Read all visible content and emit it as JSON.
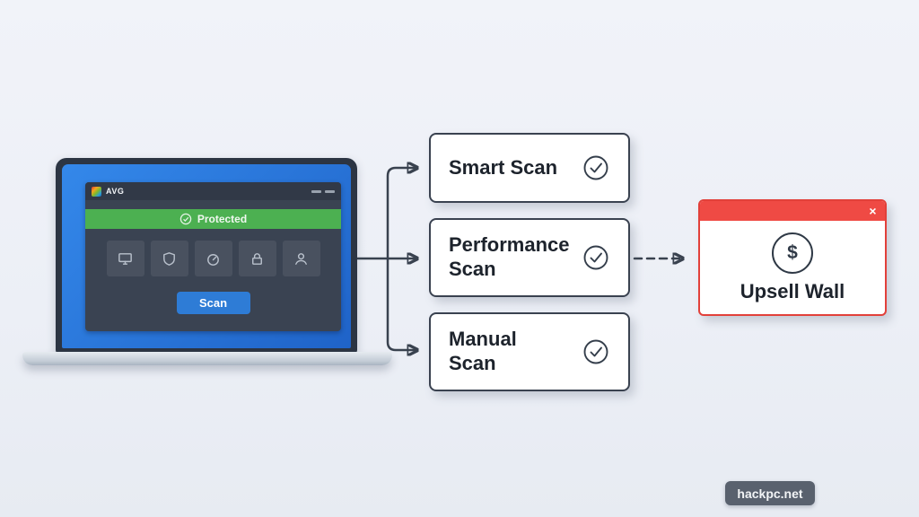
{
  "laptop": {
    "brand": "AVG",
    "status": "Protected",
    "scan_button": "Scan",
    "tile_icons": [
      "monitor-icon",
      "shield-icon",
      "gauge-icon",
      "lock-icon",
      "user-icon"
    ]
  },
  "flow": {
    "nodes": [
      {
        "label": "Smart Scan"
      },
      {
        "label": "Performance\nScan"
      },
      {
        "label": "Manual\nScan"
      }
    ]
  },
  "upsell": {
    "title": "Upsell Wall",
    "close": "×",
    "currency": "$"
  },
  "watermark": "hackpc.net",
  "colors": {
    "background": "#eef1f7",
    "status_green": "#4cb051",
    "scan_blue": "#2e7cd6",
    "upsell_red": "#ef4a44",
    "line_dark": "#39424f"
  }
}
